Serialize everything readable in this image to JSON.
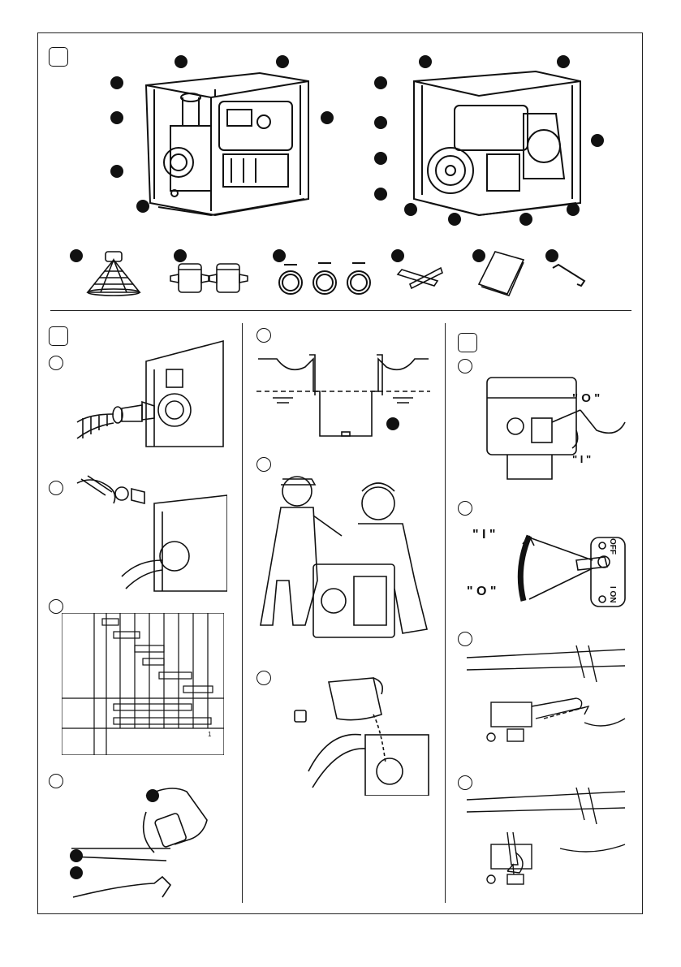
{
  "labels": {
    "step1_fuel_off": "\" O \"",
    "step1_fuel_on": "\" I \"",
    "step2_on": "\" I \"",
    "step2_off": "\" O \"",
    "switch_off": "OFF",
    "switch_on": "I ON",
    "table_mark": "1"
  }
}
